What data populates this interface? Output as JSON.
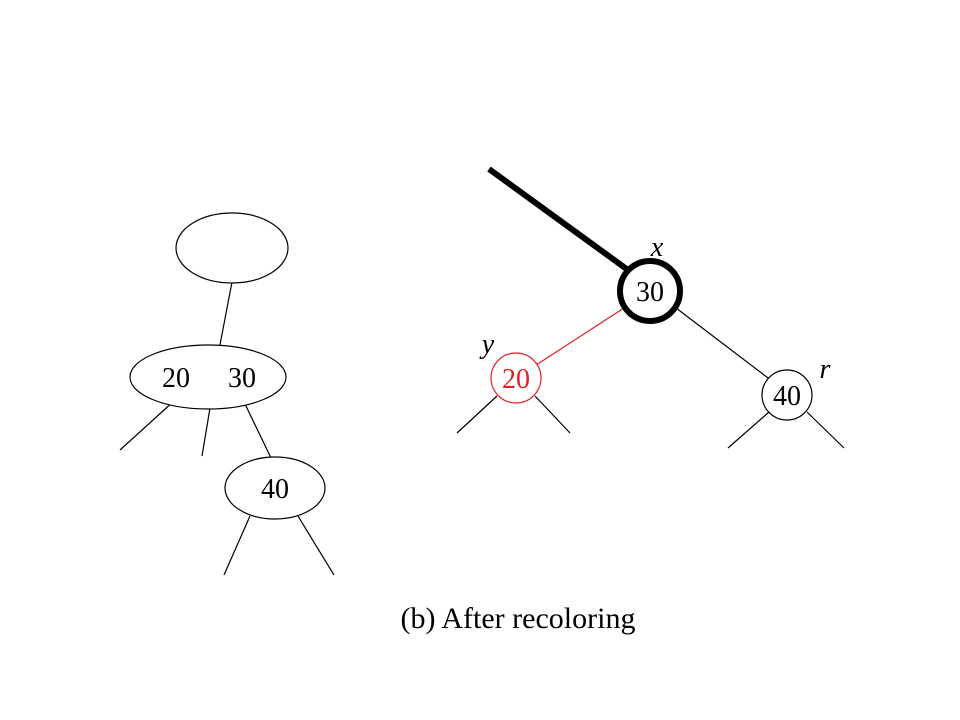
{
  "left_tree": {
    "root_label": "",
    "node_keys_a": "20",
    "node_keys_b": "30",
    "child_key": "40"
  },
  "right_tree": {
    "x_node_key": "30",
    "x_label": "x",
    "y_node_key": "20",
    "y_label": "y",
    "r_node_key": "40",
    "r_label": "r"
  },
  "caption": "(b) After recoloring",
  "colors": {
    "red_node": "#e02020",
    "black": "#000000"
  }
}
